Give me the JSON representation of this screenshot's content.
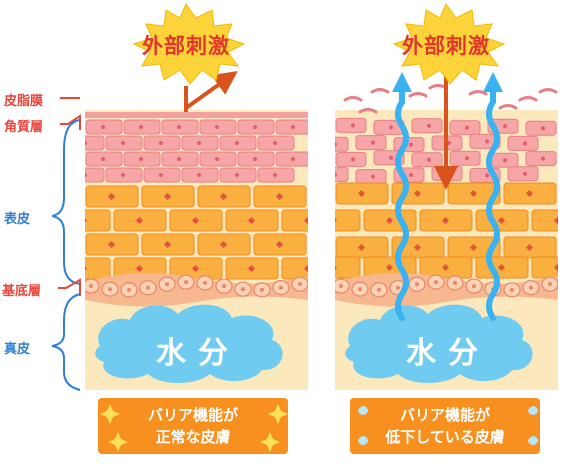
{
  "side_labels": {
    "sebum_film": "皮脂膜",
    "stratum_corneum": "角質層",
    "epidermis": "表皮",
    "basal_layer": "基底層",
    "dermis": "真皮"
  },
  "left_panel": {
    "stimulus": "外部刺激",
    "water": "水分",
    "caption_line1": "バリア機能が",
    "caption_line2": "正常な皮膚"
  },
  "right_panel": {
    "stimulus": "外部刺激",
    "water": "水分",
    "caption_line1": "バリア機能が",
    "caption_line2": "低下している皮膚"
  },
  "colors": {
    "stimulus_burst": "#fcd43a",
    "stimulus_text": "#e2352e",
    "arrow": "#d8541c",
    "corneum_cell": "#f6a6a6",
    "epidermis_cell": "#f9b041",
    "basal_cell": "#fbcaa6",
    "dermis": "#fce8bd",
    "water_cloud": "#6fcbef",
    "water_arrow": "#3ab2ef",
    "caption_box": "#f7901e",
    "label_red": "#e8453c",
    "label_blue": "#2f7fd6"
  }
}
